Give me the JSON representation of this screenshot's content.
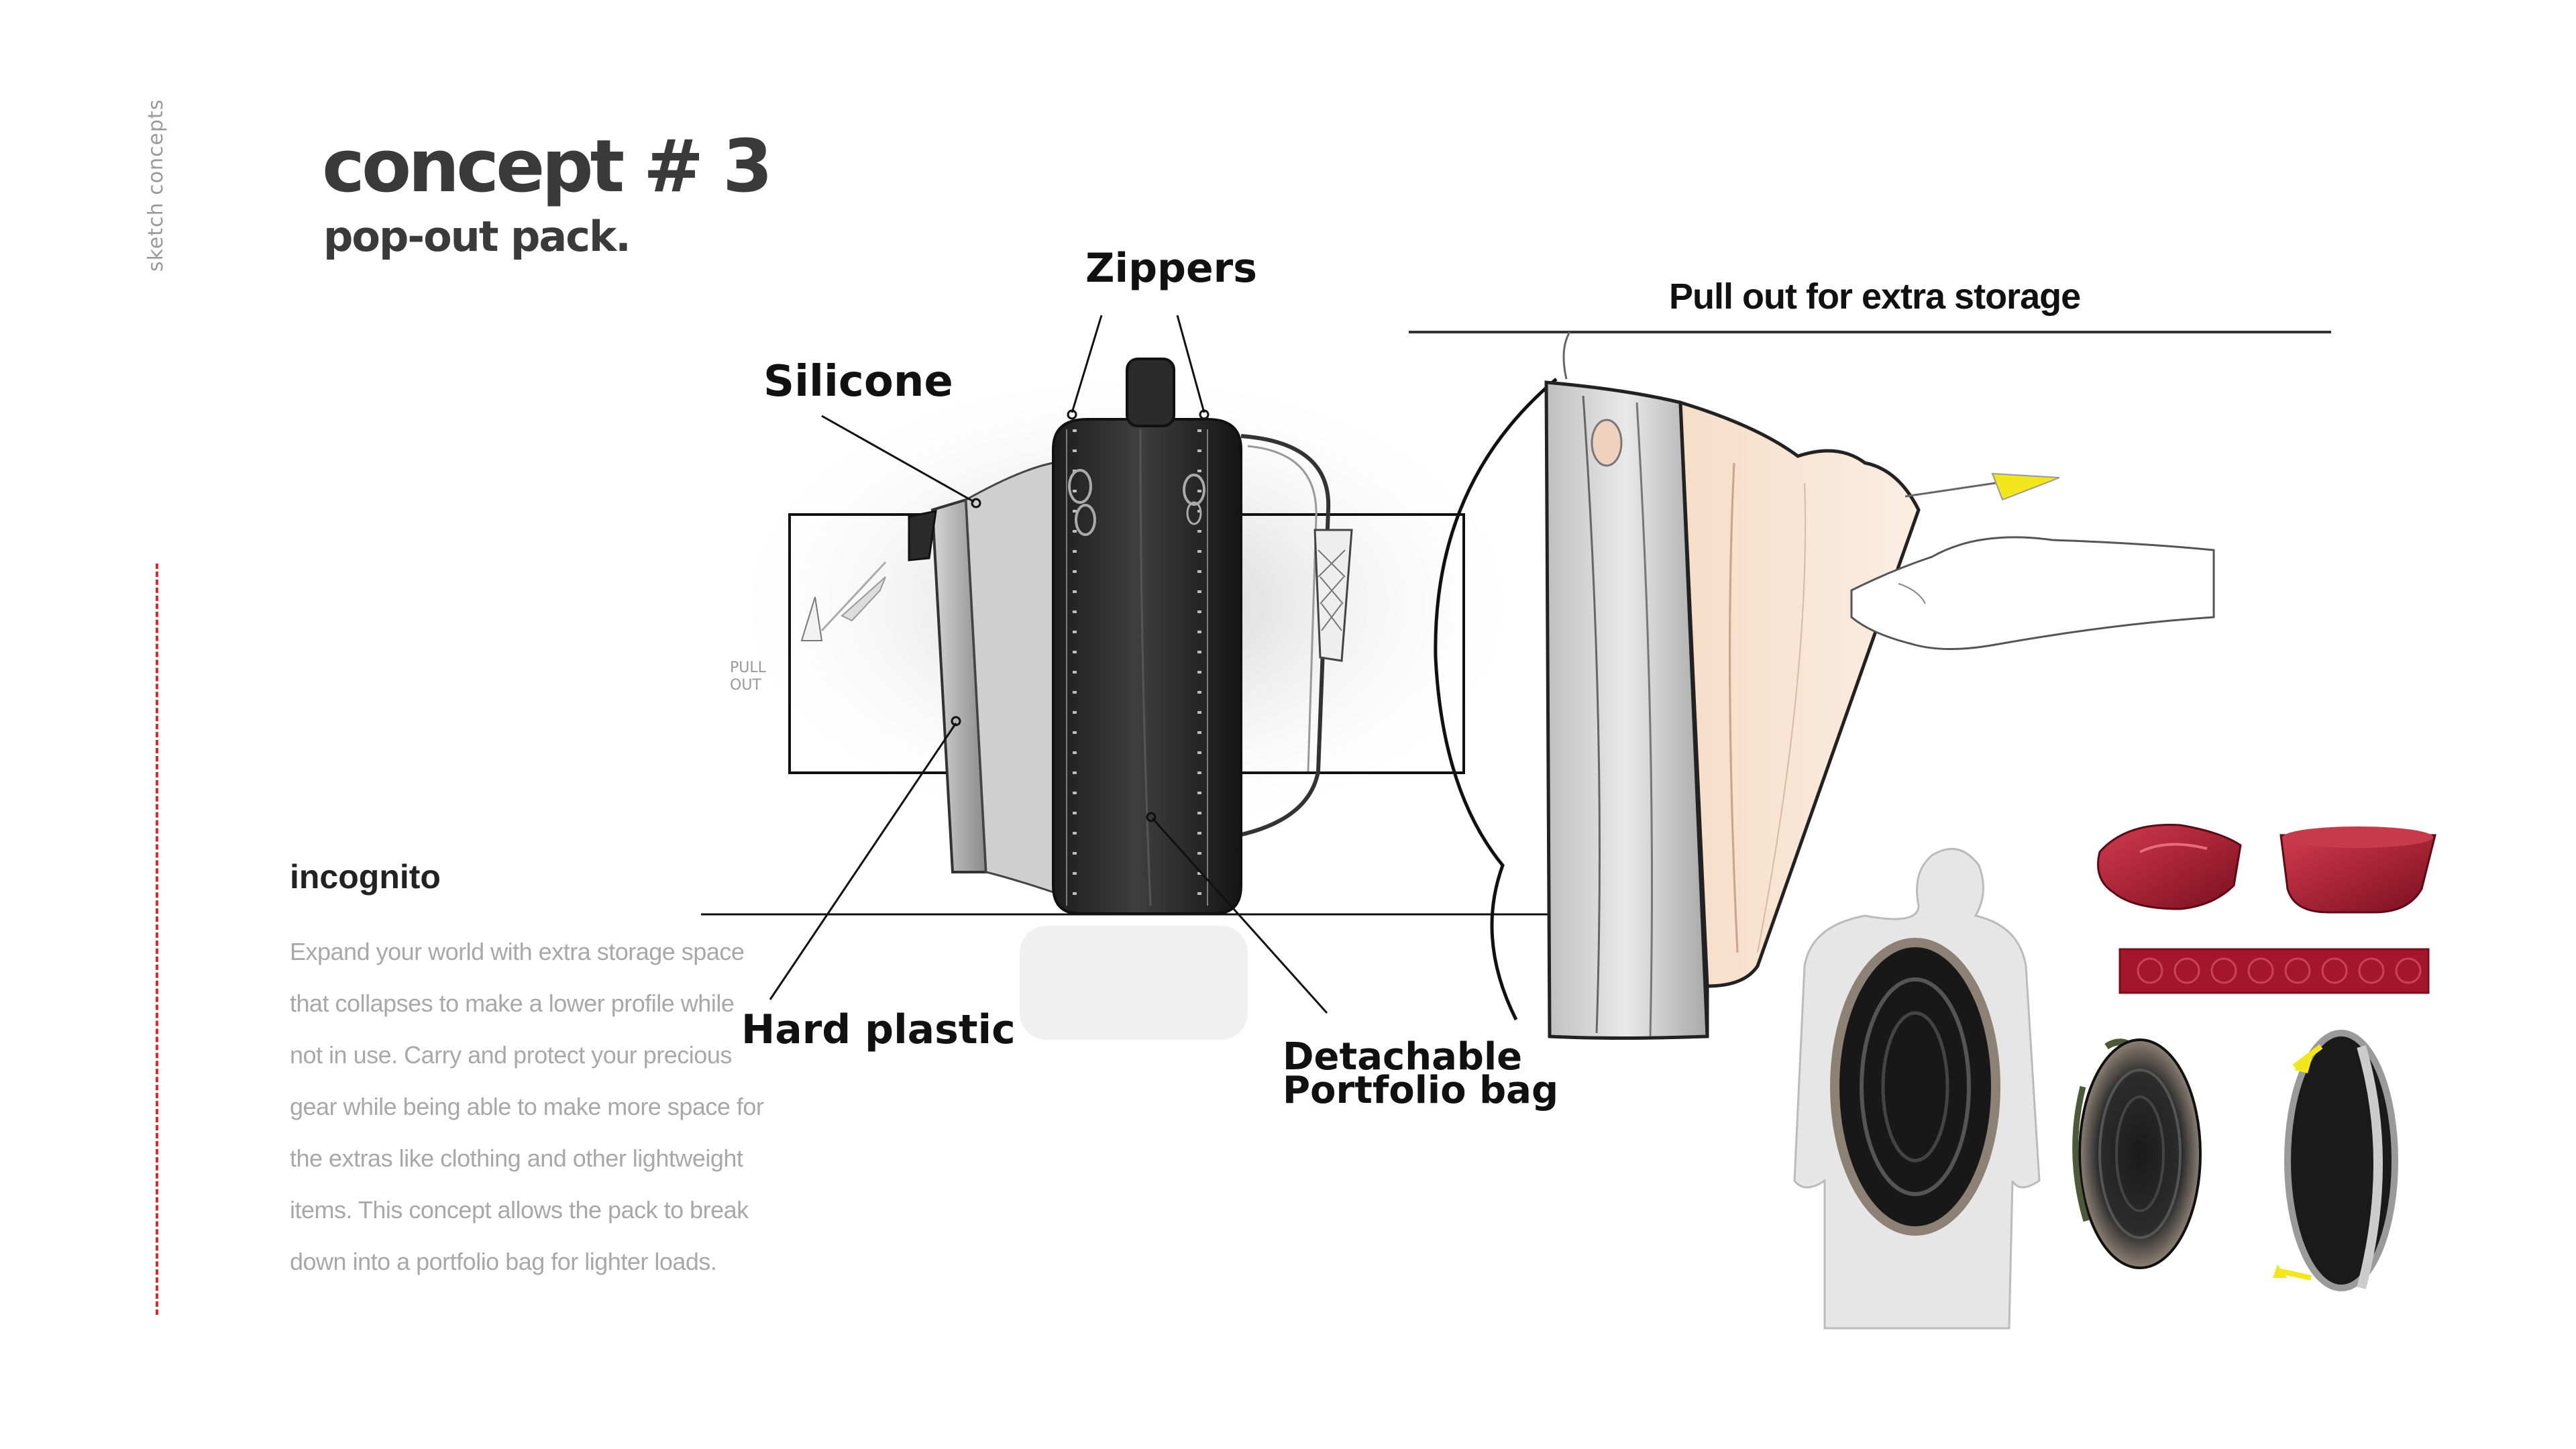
{
  "sidebar": {
    "section_label": "sketch concepts"
  },
  "header": {
    "title": "concept # 3",
    "subtitle": "pop-out pack."
  },
  "callouts": {
    "zippers": "Zippers",
    "silicone": "Silicone",
    "hard_plastic": "Hard plastic",
    "detachable_line1": "Detachable",
    "detachable_line2": "Portfolio bag",
    "pull_out": "Pull out for extra storage",
    "pull_out_note_line1": "PULL",
    "pull_out_note_line2": "OUT"
  },
  "description": {
    "heading": "incognito",
    "lines": [
      "Expand your world with extra storage space",
      "that collapses to make a lower profile while",
      "not in use. Carry and protect your precious",
      "gear while being able to make more space for",
      "the extras like clothing and other lightweight",
      "items. This concept allows the pack to break",
      "down into a portfolio bag for lighter loads."
    ]
  },
  "colors": {
    "accent_red": "#e0282e",
    "title_gray": "#3a3a3a",
    "body_gray": "#a8a8a8",
    "arrow_yellow": "#f2e61c",
    "silicone_red": "#a5162b"
  }
}
